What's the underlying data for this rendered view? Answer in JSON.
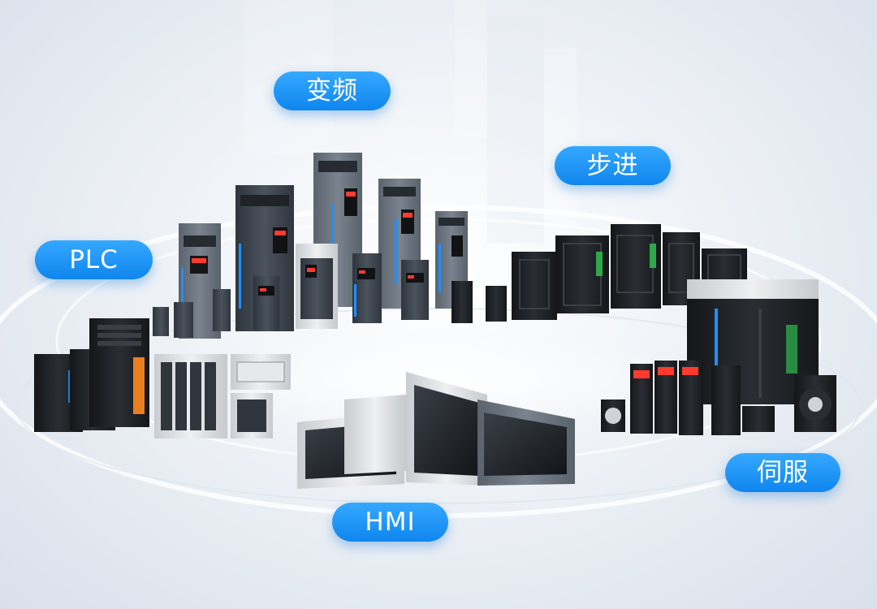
{
  "labels": {
    "inverter": "变频",
    "stepper": "步进",
    "plc": "PLC",
    "servo": "伺服",
    "hmi": "HMI"
  },
  "colors": {
    "pill_top": "#35a8ff",
    "pill_bottom": "#0f86ee",
    "pill_text": "#ffffff",
    "device_dark": "#3f464f",
    "device_blue_stripe": "#1e90ff"
  },
  "product_groups": [
    "inverter-drives",
    "stepper-drivers",
    "plc-modules",
    "servo-drives-motors",
    "hmi-touch-panels"
  ]
}
